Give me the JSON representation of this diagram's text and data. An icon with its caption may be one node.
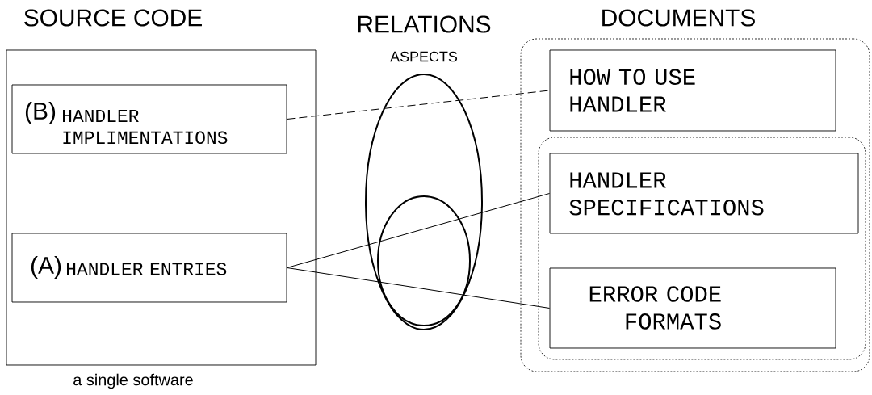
{
  "diagram": {
    "nodes": [
      {
        "text": [
          "SOURCE CODE"
        ],
        "beside": [
          "a single software"
        ]
      },
      {
        "text": [
          "(B)",
          "HANDLER IMPLIMENTATIONS"
        ],
        "in": 0
      },
      {
        "text": [
          "(A)",
          "HANDLER ENTRIES"
        ],
        "in": 0
      },
      {
        "text": [
          "DOCUMENTS"
        ]
      },
      {
        "text": [
          "HOW TO USE HANDLER"
        ],
        "in": 3
      },
      {
        "text": [],
        "shape": "box",
        "in": 3
      },
      {
        "text": [
          "HANDLER SPECIFICATIONS"
        ],
        "in": 5
      },
      {
        "text": [
          "ERROR CODE FORMATS"
        ],
        "in": 5
      }
    ],
    "edges": [
      {
        "from": 1,
        "to": 4,
        "arrow": "none",
        "style": "dashed"
      },
      {
        "from": 2,
        "to": 6,
        "arrow": "none"
      },
      {
        "from": 2,
        "to": 7,
        "arrow": "none"
      }
    ],
    "labels": [
      "RELATIONS",
      "ASPECTS"
    ]
  }
}
